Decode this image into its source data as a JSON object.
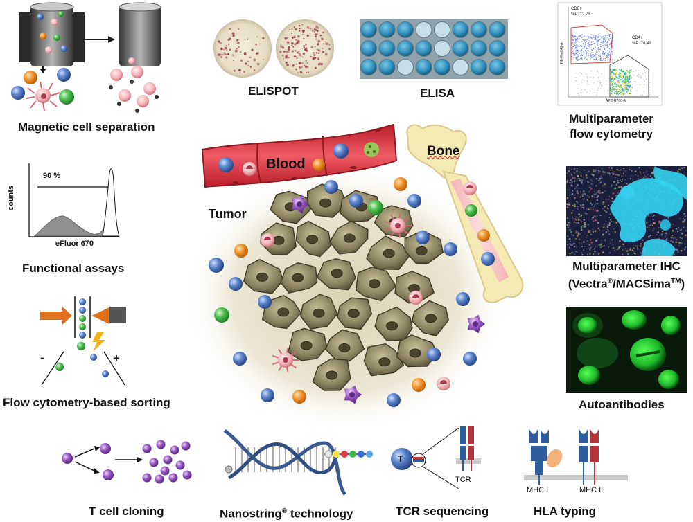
{
  "labels": {
    "magnetic": "Magnetic cell separation",
    "functional": "Functional assays",
    "sorting": "Flow cytometry-based sorting",
    "elispot": "ELISPOT",
    "elisa": "ELISA",
    "flow_line1": "Multiparameter",
    "flow_line2": "flow cytometry",
    "ihc_line1": "Multiparameter IHC",
    "ihc_line2_a": "(Vectra",
    "ihc_reg": "®",
    "ihc_line2_b": "/MACSima",
    "ihc_tm": "TM",
    "ihc_line2_c": ")",
    "autoantibodies": "Autoantibodies",
    "tcell_cloning": "T cell cloning",
    "nanostring_a": "Nanostring",
    "nanostring_reg": "®",
    "nanostring_b": " technology",
    "tcr_seq": "TCR sequencing",
    "hla": "HLA typing"
  },
  "center": {
    "blood": "Blood",
    "bone": "Bone",
    "tumor": "Tumor"
  },
  "histogram": {
    "percent": "90 %",
    "ylabel": "counts",
    "xlabel": "eFluor 670"
  },
  "sorting_signs": {
    "minus": "-",
    "plus": "+"
  },
  "flow_plot": {
    "gate1_name": "CD8+",
    "gate1_pct": "%P: 12,73",
    "gate2_name": "CD4+",
    "gate2_pct": "%P: 78,43",
    "xaxis": "APC-R700-A",
    "yaxis": "PE-Fire640-A"
  },
  "tcr": {
    "cell_letter": "T",
    "receptor": "TCR"
  },
  "hla_typing": {
    "mhc1": "MHC I",
    "mhc2": "MHC II"
  },
  "colors": {
    "blue_cell": "#3f67b1",
    "orange_cell": "#f08a24",
    "green_cell": "#43b649",
    "pink_cell": "#e7878f",
    "purple_cell": "#8c4aa8",
    "blood_red": "#e0444f",
    "tumor_cell": "#857a55",
    "elisa_blue": "#2e8fbe",
    "ihc_cyan": "#34d0f0",
    "auto_green": "#2fd33b"
  }
}
